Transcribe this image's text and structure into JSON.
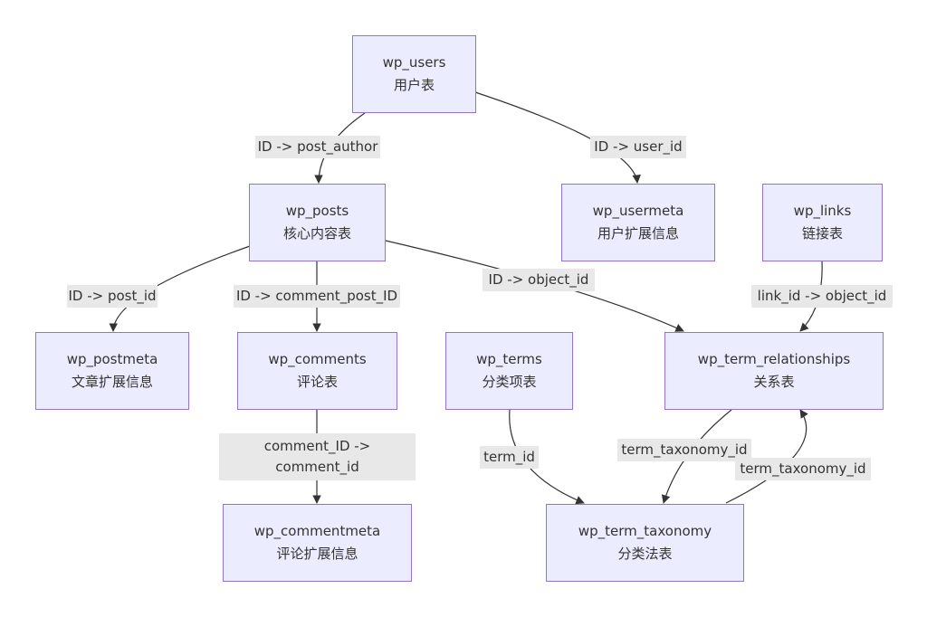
{
  "colors": {
    "node_fill": "#ECECFF",
    "node_border": "#9370DB",
    "edge": "#333333",
    "label_bg": "#e8e8e8"
  },
  "nodes": {
    "wp_users": {
      "name": "wp_users",
      "desc": "用户表"
    },
    "wp_posts": {
      "name": "wp_posts",
      "desc": "核心内容表"
    },
    "wp_usermeta": {
      "name": "wp_usermeta",
      "desc": "用户扩展信息"
    },
    "wp_links": {
      "name": "wp_links",
      "desc": "链接表"
    },
    "wp_postmeta": {
      "name": "wp_postmeta",
      "desc": "文章扩展信息"
    },
    "wp_comments": {
      "name": "wp_comments",
      "desc": "评论表"
    },
    "wp_terms": {
      "name": "wp_terms",
      "desc": "分类项表"
    },
    "wp_term_relationships": {
      "name": "wp_term_relationships",
      "desc": "关系表"
    },
    "wp_commentmeta": {
      "name": "wp_commentmeta",
      "desc": "评论扩展信息"
    },
    "wp_term_taxonomy": {
      "name": "wp_term_taxonomy",
      "desc": "分类法表"
    }
  },
  "edges": {
    "users_posts": {
      "from": "wp_users",
      "to": "wp_posts",
      "label": "ID -> post_author"
    },
    "users_usermeta": {
      "from": "wp_users",
      "to": "wp_usermeta",
      "label": "ID -> user_id"
    },
    "posts_postmeta": {
      "from": "wp_posts",
      "to": "wp_postmeta",
      "label": "ID -> post_id"
    },
    "posts_comments": {
      "from": "wp_posts",
      "to": "wp_comments",
      "label": "ID -> comment_post_ID"
    },
    "posts_relationships": {
      "from": "wp_posts",
      "to": "wp_term_relationships",
      "label": "ID -> object_id"
    },
    "links_relationships": {
      "from": "wp_links",
      "to": "wp_term_relationships",
      "label": "link_id -> object_id"
    },
    "comments_commentmeta": {
      "from": "wp_comments",
      "to": "wp_commentmeta",
      "label_line1": "comment_ID ->",
      "label_line2": "comment_id"
    },
    "terms_taxonomy": {
      "from": "wp_terms",
      "to": "wp_term_taxonomy",
      "label": "term_id"
    },
    "relationships_taxonomy": {
      "from": "wp_term_relationships",
      "to": "wp_term_taxonomy",
      "label": "term_taxonomy_id"
    },
    "taxonomy_relationships": {
      "from": "wp_term_taxonomy",
      "to": "wp_term_relationships",
      "label": "term_taxonomy_id"
    }
  }
}
